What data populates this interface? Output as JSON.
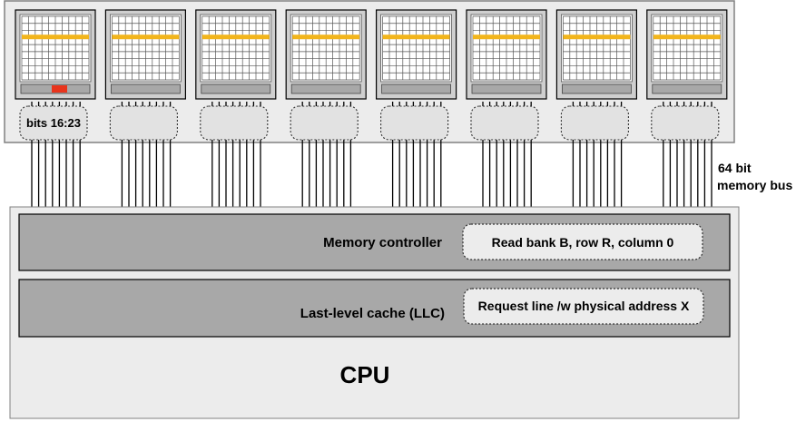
{
  "dram": {
    "chip_count": 8,
    "highlight_row_color": "#f2b51c",
    "active_buffer_color": "#e8341c",
    "active_chip_index": 0,
    "chip_labels": [
      "bits 16:23",
      "",
      "",
      "",
      "",
      "",
      "",
      ""
    ]
  },
  "bus": {
    "label_line1": "64 bit",
    "label_line2": "memory bus",
    "wires_per_chip": 8
  },
  "cpu": {
    "title": "CPU",
    "memory_controller": {
      "label": "Memory controller",
      "command": "Read bank B, row R, column 0"
    },
    "llc": {
      "label": "Last-level cache (LLC)",
      "request": "Request line /w physical address X"
    }
  }
}
